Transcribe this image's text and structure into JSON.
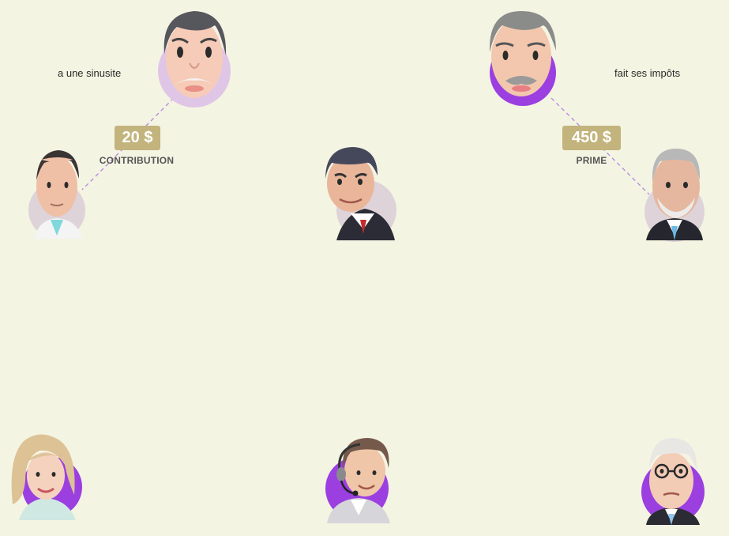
{
  "palette": {
    "background": "#f4f4e3",
    "accent_purple": "#9b3fe0",
    "soft_purple": "#e0c6e6",
    "soft_grey": "#ddd3d8",
    "badge": "#c2b47c",
    "dash": "#b78ee0"
  },
  "left_group": {
    "caption": "a une sinusite",
    "amount": "20 $",
    "amount_label": "CONTRIBUTION"
  },
  "right_group": {
    "caption": "fait ses impôts",
    "amount": "450 $",
    "amount_label": "PRIME"
  },
  "people": [
    {
      "id": "mustache-man",
      "icon": "mustached-man-portrait",
      "ring": "#e0c6e6"
    },
    {
      "id": "bald-doctor",
      "icon": "bald-man-portrait",
      "ring": "#ddd3d8"
    },
    {
      "id": "politician",
      "icon": "man-in-suit-portrait",
      "ring": "#ddd3d8"
    },
    {
      "id": "grey-mustache-man",
      "icon": "grey-mustached-man-portrait",
      "ring": "#9b3fe0"
    },
    {
      "id": "bearded-man",
      "icon": "bearded-man-portrait",
      "ring": "#ddd3d8"
    },
    {
      "id": "blonde-woman",
      "icon": "blonde-woman-portrait",
      "ring": "#9b3fe0"
    },
    {
      "id": "headset-agent",
      "icon": "headset-agent-portrait",
      "ring": "#9b3fe0"
    },
    {
      "id": "glasses-man",
      "icon": "elderly-man-with-glasses-portrait",
      "ring": "#9b3fe0"
    }
  ]
}
